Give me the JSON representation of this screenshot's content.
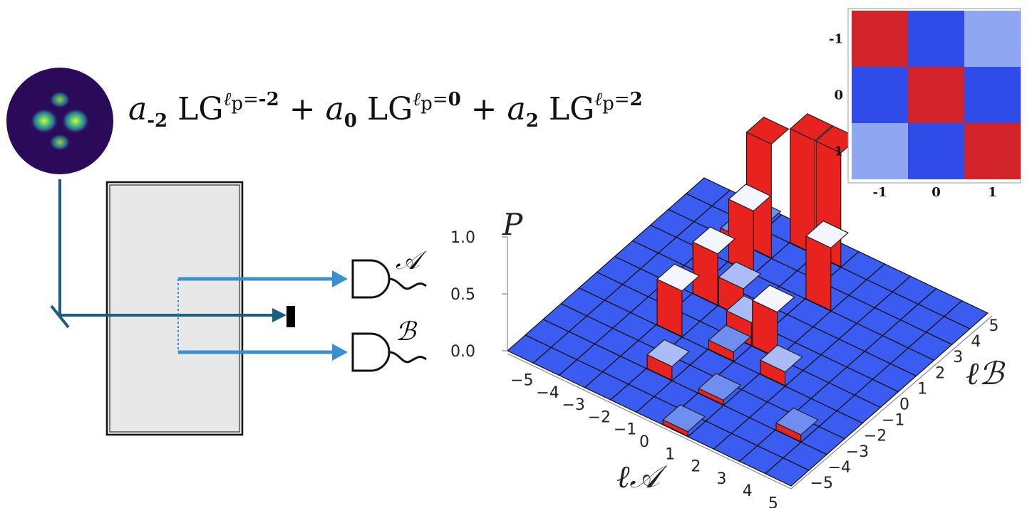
{
  "formula": {
    "coef_symbol": "a",
    "basis": "LG",
    "ell": "ℓ",
    "ell_sub": "p",
    "terms": [
      {
        "index": "-2",
        "value": "-2"
      },
      {
        "index": "0",
        "value": "0"
      },
      {
        "index": "2",
        "value": "2"
      }
    ],
    "plus": "+"
  },
  "setup": {
    "detector_a_label": "𝒜",
    "detector_b_label": "ℬ"
  },
  "colors": {
    "beam_dark": "#1b5e80",
    "beam_light": "#3a8fd0",
    "crystal_fill": "#e8e8e8",
    "bar_red": "#e8231f",
    "bar_dark_red": "#7a0000",
    "floor_blue": "#3a5cf0",
    "matrix_red": "#d2232a",
    "matrix_blue": "#2f4ce8",
    "matrix_light": "#8fa7f2"
  },
  "chart_data": [
    {
      "type": "bar3d",
      "zlabel": "P",
      "xlabel": "ℓ𝒜",
      "ylabel": "ℓℬ",
      "x_ticks": [
        "−5",
        "−4",
        "−3",
        "−2",
        "−1",
        "0",
        "1",
        "2",
        "3",
        "4",
        "5"
      ],
      "y_ticks": [
        "−5",
        "−4",
        "−3",
        "−2",
        "−1",
        "0",
        "1",
        "2",
        "3",
        "4",
        "5"
      ],
      "z_ticks": [
        "0.0",
        "0.5",
        "1.0"
      ],
      "zlim": [
        0,
        1
      ],
      "bars": [
        {
          "a": -3,
          "b": 5,
          "p": 0.03
        },
        {
          "a": -3,
          "b": 4,
          "p": 0.05
        },
        {
          "a": -2,
          "b": 4,
          "p": 1.0
        },
        {
          "a": -1,
          "b": 5,
          "p": 1.0
        },
        {
          "a": 0,
          "b": 5,
          "p": 1.0
        },
        {
          "a": -2,
          "b": 3,
          "p": 0.55
        },
        {
          "a": 1,
          "b": 3,
          "p": 0.55
        },
        {
          "a": -2,
          "b": 1,
          "p": 0.45
        },
        {
          "a": -1,
          "b": 1,
          "p": 0.25
        },
        {
          "a": 0,
          "b": 0,
          "p": 0.2
        },
        {
          "a": 1,
          "b": 0,
          "p": 0.4
        },
        {
          "a": -2,
          "b": -1,
          "p": 0.4
        },
        {
          "a": 0,
          "b": -1,
          "p": 0.08
        },
        {
          "a": 2,
          "b": -1,
          "p": 0.12
        },
        {
          "a": -1,
          "b": -3,
          "p": 0.12
        },
        {
          "a": 1,
          "b": -3,
          "p": 0.04
        },
        {
          "a": 4,
          "b": -3,
          "p": 0.06
        },
        {
          "a": 1,
          "b": -5,
          "p": 0.04
        }
      ]
    },
    {
      "type": "heatmap",
      "x_ticks": [
        "-1",
        "0",
        "1"
      ],
      "y_ticks": [
        "-1",
        "0",
        "1"
      ],
      "values": [
        [
          1,
          -1,
          0
        ],
        [
          -1,
          1,
          -1
        ],
        [
          0,
          -1,
          1
        ]
      ]
    }
  ]
}
